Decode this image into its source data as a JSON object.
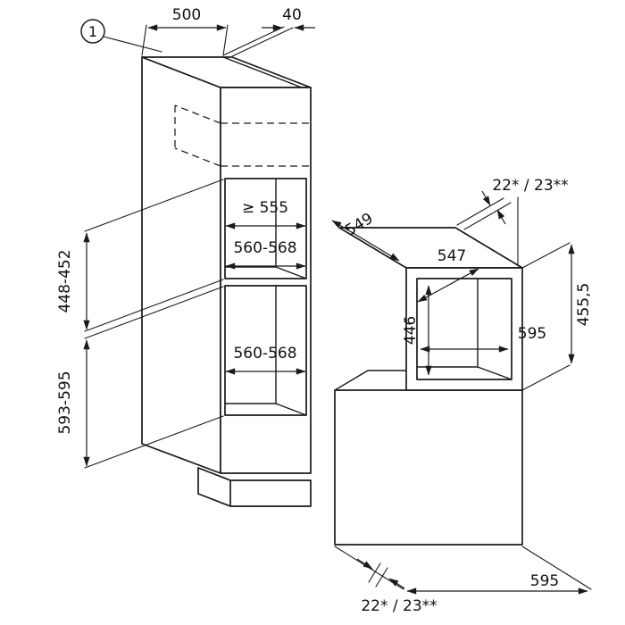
{
  "diagram": {
    "callout_number": "1",
    "tall_unit": {
      "top_width": "500",
      "top_setback": "40",
      "niche_min_width": "≥ 555",
      "upper_niche_width": "560-568",
      "upper_niche_height": "448-452",
      "lower_niche_width": "560-568",
      "lower_niche_height": "593-595"
    },
    "base_unit": {
      "housing_depth": "549",
      "inner_depth": "547",
      "inner_height": "446",
      "appliance_width": "595",
      "appliance_height": "455,5",
      "top_clearance": "22* / 23**",
      "bottom_clearance": "22* / 23**",
      "unit_width": "595"
    },
    "line_color": "#1a1a1a"
  }
}
